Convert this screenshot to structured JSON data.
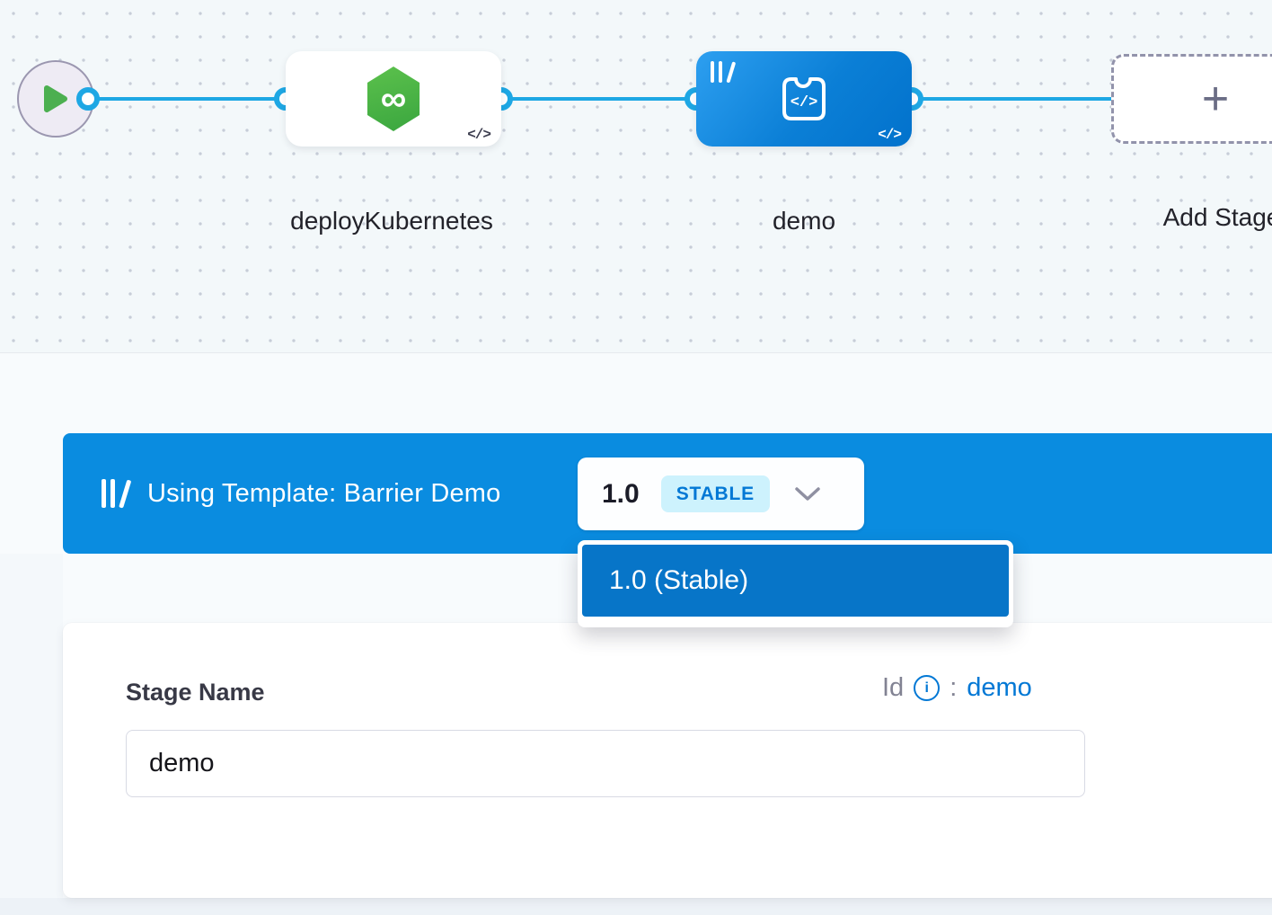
{
  "colors": {
    "banner-blue": "#0a8ce0",
    "dropdown-item-blue": "#0775c8",
    "badge-bg": "#cdf2fd",
    "badge-text": "#0278d5",
    "link-blue": "#0278d5",
    "connector-blue": "#1ea7e4",
    "node-blue-start": "#2d9ff0",
    "node-blue-end": "#0272cc",
    "stage-green": "#46b143"
  },
  "icons": {
    "play": "▶",
    "infinity": "∞",
    "code": "</>",
    "plus": "+",
    "info": "i",
    "chevron_down": "⌄",
    "template_library": "||\\"
  },
  "pipeline": {
    "stages": [
      {
        "label": "deployKubernetes"
      },
      {
        "label": "demo"
      }
    ],
    "add_stage_label": "Add Stage"
  },
  "template_banner": {
    "text": "Using Template: Barrier Demo",
    "version": "1.0",
    "version_badge": "STABLE",
    "dropdown": {
      "options": [
        {
          "label": "1.0 (Stable)"
        }
      ]
    }
  },
  "stage_form": {
    "name_label": "Stage Name",
    "name_value": "demo",
    "id_label": "Id",
    "id_separator": ":",
    "id_value": "demo"
  }
}
